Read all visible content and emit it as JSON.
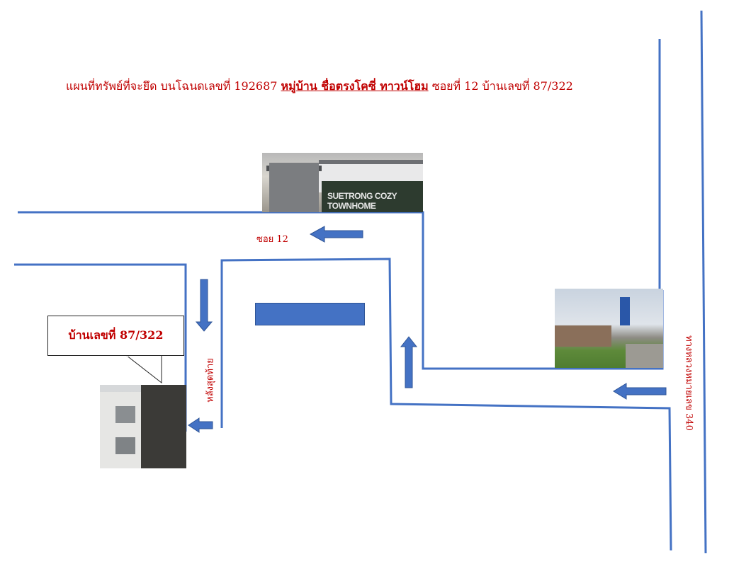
{
  "title": {
    "prefix": "แผนที่ทรัพย์ที่จะยึด  บนโฉนดเลขที่ 192687 ",
    "village": "หมู่บ้าน ชื่อตรงโคซี่ ทาวน์โฮม",
    "suffix": "  ซอยที่ 12 บ้านเลขที่ 87/322"
  },
  "labels": {
    "soi": "ซอย 12",
    "dead_end": "หลังสุดท้าย",
    "highway": "ทางหลวงหมายเลข 340",
    "house_callout": "บ้านเลขที่ 87/322"
  },
  "photos": {
    "village_sign": "SUETRONG COZY TOWNHOME"
  },
  "colors": {
    "road": "#4472c4",
    "label_text": "#c00000"
  }
}
